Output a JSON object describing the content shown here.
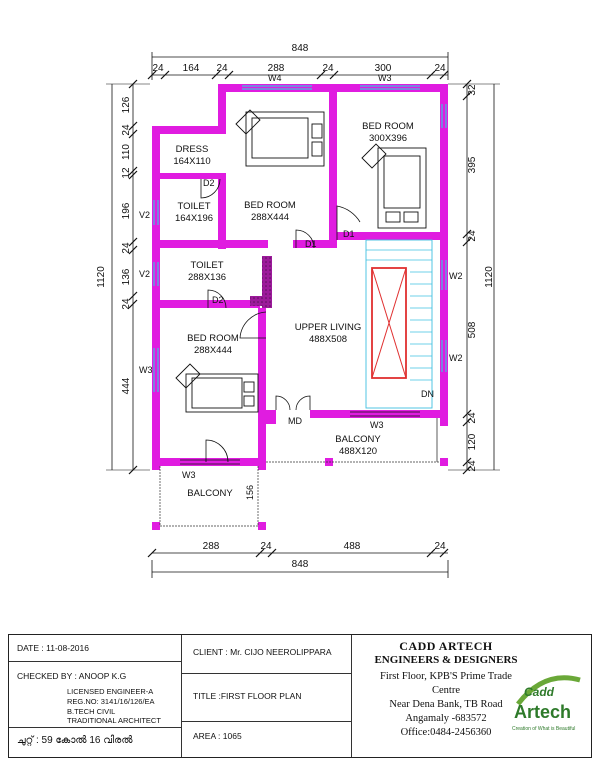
{
  "plan": {
    "overall_width": "848",
    "overall_depth": "1120",
    "top_dims": [
      "24",
      "164",
      "24",
      "288",
      "24",
      "300",
      "24"
    ],
    "bottom_dims": [
      "288",
      "24",
      "488",
      "24"
    ],
    "left_dims": [
      "126",
      "24",
      "110",
      "12",
      "196",
      "24",
      "136",
      "24",
      "444"
    ],
    "right_dims": [
      "32",
      "395",
      "24",
      "508",
      "24",
      "120",
      "24"
    ],
    "bottom_step": "156",
    "rooms": {
      "dress": {
        "name": "DRESS",
        "size": "164X110"
      },
      "toilet1": {
        "name": "TOILET",
        "size": "164X196"
      },
      "bed1": {
        "name": "BED ROOM",
        "size": "288X444"
      },
      "bed2": {
        "name": "BED ROOM",
        "size": "300X396"
      },
      "toilet2": {
        "name": "TOILET",
        "size": "288X136"
      },
      "bed3": {
        "name": "BED ROOM",
        "size": "288X444"
      },
      "living": {
        "name": "UPPER LIVING",
        "size": "488X508"
      },
      "balcony1": {
        "name": "BALCONY",
        "size": "488X120"
      },
      "balcony2": {
        "name": "BALCONY",
        "size": ""
      }
    },
    "tags": {
      "w4": "W4",
      "w3_top": "W3",
      "v2_a": "V2",
      "v2_b": "V2",
      "d2_a": "D2",
      "d2_b": "D2",
      "d1_a": "D1",
      "d1_b": "D1",
      "w2_a": "W2",
      "w2_b": "W2",
      "w3_left": "W3",
      "w3_bot": "W3",
      "w3_liv": "W3",
      "md": "MD",
      "dn": "DN"
    }
  },
  "titleblock": {
    "date": "DATE : 11-08-2016",
    "checked": "CHECKED BY : ANOOP K.G",
    "licensed": "LICENSED ENGINEER-A",
    "reg": "REG.NO: 3141/16/126/EA",
    "degree": "B.TECH CIVIL",
    "traditional": "TRADITIONAL ARCHITECT",
    "measure": "ചുറ്റ് : 59 കോൽ 16 വിരൽ",
    "client": "CLIENT : Mr. CIJO NEEROLIPPARA",
    "title": "TITLE :FIRST FLOOR PLAN",
    "area": "AREA : 1065",
    "firm_line1": "CADD ARTECH",
    "firm_line2": "ENGINEERS & DESIGNERS",
    "address": [
      "First Floor, KPB'S Prime Trade",
      "Centre",
      "Near Dena Bank, TB Road",
      "Angamaly -683572",
      "Office:0484-2456360"
    ],
    "logo_cadd": "Cadd",
    "logo_artech": "Artech",
    "logo_tagline": "Creation of What is Beautiful"
  },
  "colors": {
    "wall": "#e01ce0",
    "wall_pattern": "#a0179e",
    "stair": "#e03030",
    "window": "#3fc0e0",
    "line": "#111111"
  }
}
